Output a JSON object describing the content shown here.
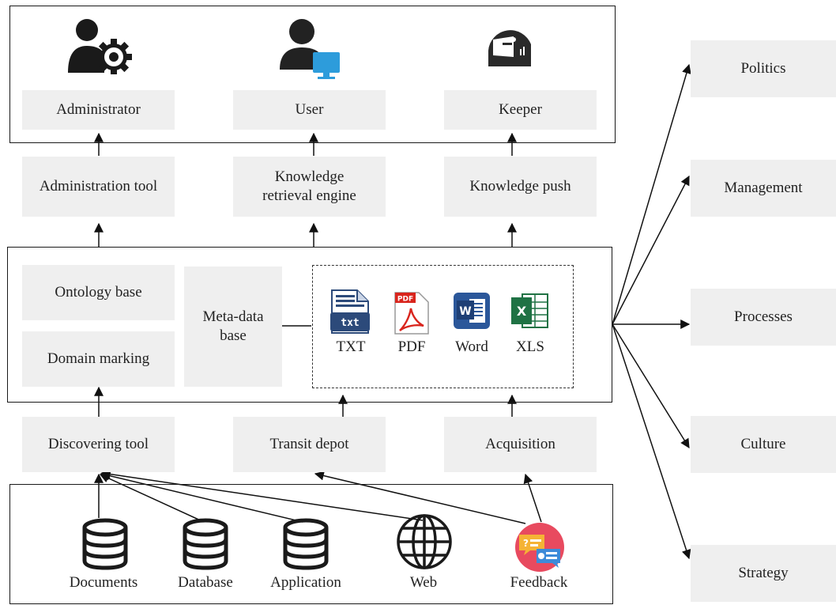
{
  "roles": {
    "administrator": "Administrator",
    "user": "User",
    "keeper": "Keeper"
  },
  "services": {
    "administration_tool": "Administration tool",
    "knowledge_retrieval_engine": "Knowledge retrieval engine",
    "knowledge_push": "Knowledge push"
  },
  "storage": {
    "ontology_base": "Ontology base",
    "domain_marking": "Domain marking",
    "meta_data_base": "Meta-data base",
    "formats": [
      "TXT",
      "PDF",
      "Word",
      "XLS"
    ]
  },
  "acquisition_layer": {
    "discovering_tool": "Discovering tool",
    "transit_depot": "Transit depot",
    "acquisition": "Acquisition"
  },
  "sources": [
    "Documents",
    "Database",
    "Application",
    "Web",
    "Feedback"
  ],
  "dimensions": [
    "Politics",
    "Management",
    "Processes",
    "Culture",
    "Strategy"
  ],
  "icons": {
    "administrator": "admin-gear-icon",
    "user": "user-monitor-icon",
    "keeper": "keeper-badge-icon",
    "txt": "txt-file-icon",
    "pdf": "pdf-file-icon",
    "word": "word-file-icon",
    "xls": "excel-file-icon",
    "documents": "database-icon",
    "database": "database-icon",
    "application": "database-icon",
    "web": "globe-icon",
    "feedback": "chat-bubbles-icon"
  },
  "colors": {
    "box_fill": "#efefef",
    "pdf_red": "#d9251d",
    "word_blue": "#2b579a",
    "excel_green": "#1f7244",
    "monitor_blue": "#2d9cdb",
    "feedback_red": "#e84a5f",
    "txt_navy": "#2c4a7a"
  }
}
